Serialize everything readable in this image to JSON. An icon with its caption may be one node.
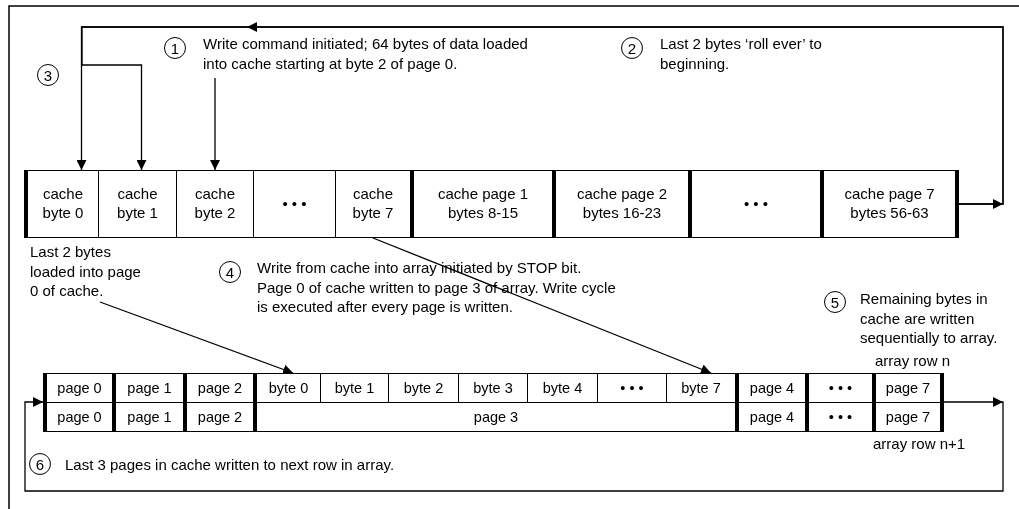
{
  "diagram": {
    "nodes": [
      {
        "text": [
          "Write command initiated; 64 bytes of data loaded into cache starting at byte 2 of page 0."
        ]
      },
      {
        "text": [
          "cache byte 0"
        ]
      },
      {
        "text": [
          "cache byte 1"
        ]
      },
      {
        "text": [
          "cache byte 2"
        ]
      },
      {
        "text": [
          "• • •"
        ]
      },
      {
        "text": [
          "cache byte 7"
        ]
      },
      {
        "text": [
          "cache page 1 bytes 8-15"
        ]
      },
      {
        "text": [
          "cache page 2 bytes 16-23"
        ]
      },
      {
        "text": [
          "• • •"
        ]
      },
      {
        "text": [
          "cache page 7 bytes 56-63"
        ]
      },
      {
        "text": [
          "Last 2 bytes loaded into page 0 of cache."
        ]
      },
      {
        "text": [
          "page 0"
        ]
      },
      {
        "text": [
          "page 1"
        ]
      },
      {
        "text": [
          "page 2"
        ]
      },
      {
        "text": [
          "byte 0"
        ]
      },
      {
        "text": [
          "byte 1"
        ]
      },
      {
        "text": [
          "byte 2"
        ]
      },
      {
        "text": [
          "byte 3"
        ]
      },
      {
        "text": [
          "byte 4"
        ]
      },
      {
        "text": [
          "• • •"
        ]
      },
      {
        "text": [
          "byte 7"
        ]
      },
      {
        "text": [
          "page 4"
        ]
      },
      {
        "text": [
          "• • •"
        ]
      },
      {
        "text": [
          "page 7"
        ]
      },
      {
        "text": [
          "page 0"
        ]
      },
      {
        "text": [
          "page 1"
        ]
      },
      {
        "text": [
          "page 2"
        ]
      },
      {
        "text": [
          "page 3"
        ]
      },
      {
        "text": [
          "page 4"
        ]
      },
      {
        "text": [
          "• • •"
        ]
      },
      {
        "text": [
          "page 7"
        ]
      }
    ],
    "edges": [
      {
        "from": 0,
        "to": 3,
        "arrow": "to"
      },
      {
        "from": 9,
        "to": 1,
        "arrow": "to"
      },
      {
        "from": 9,
        "to": 2,
        "arrow": "to"
      },
      {
        "from": 10,
        "to": 14,
        "arrow": "to"
      },
      {
        "from": 5,
        "to": 20,
        "arrow": "to"
      },
      {
        "from": 30,
        "to": 24,
        "arrow": "to"
      }
    ],
    "labels": [
      "1",
      "2",
      "Last 2 bytes ‘roll ever’ to beginning.",
      "3",
      "4",
      "Write from cache into array initiated by STOP bit. Page 0 of cache written to page 3 of array. Write cycle is executed after every page is written.",
      "5",
      "Remaining bytes in cache are written sequentially to array.",
      "array row n",
      "array row n+1",
      "6",
      "Last 3 pages in cache written to next row in array."
    ]
  }
}
